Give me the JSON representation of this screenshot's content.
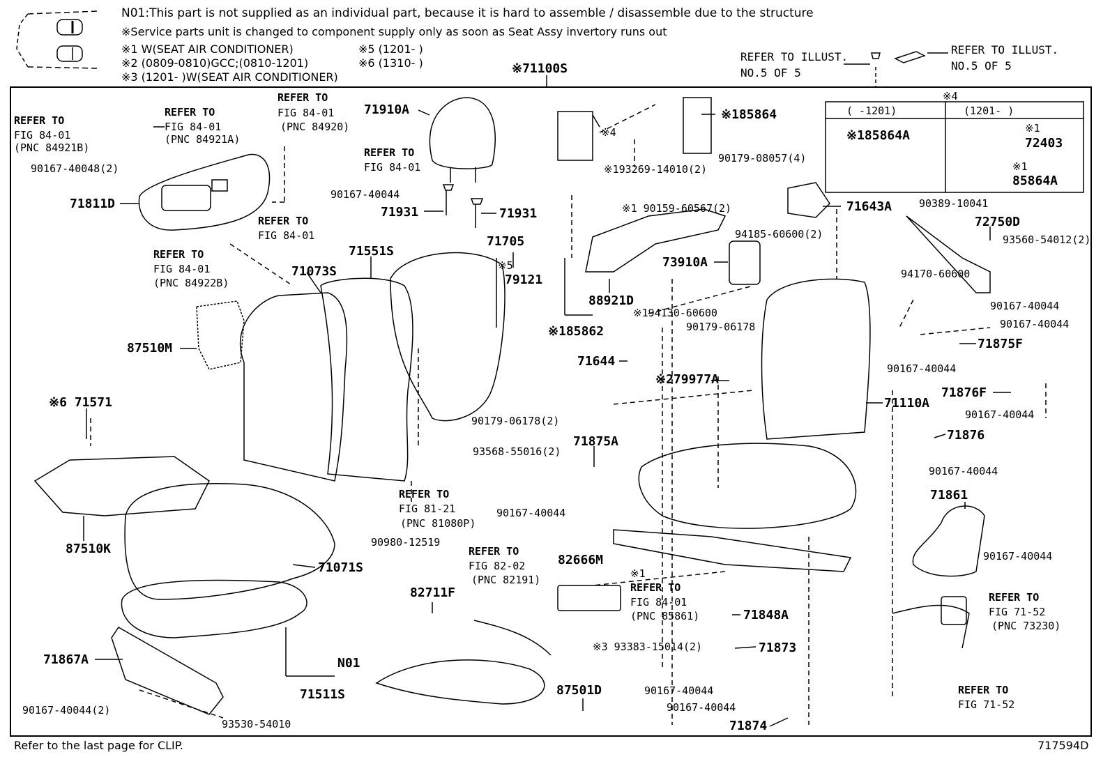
{
  "notes": {
    "n01": "N01:This part is not supplied as an individual part, because it is hard to assemble / disassemble due to the structure",
    "service": "※Service parts unit is changed to component supply only as soon as Seat Assy invertory runs out",
    "k1": "※1 W(SEAT AIR CONDITIONER)",
    "k2": "※2 (0809-0810)GCC;(0810-1201)",
    "k3": "※3 (1201-      )W(SEAT AIR CONDITIONER)",
    "k5": "※5 (1201-       )",
    "k6": "※6 (1310-       )"
  },
  "top_refs": {
    "left_1": "REFER TO ILLUST.",
    "left_2": "NO.5 OF 5",
    "right_1": "REFER TO ILLUST.",
    "right_2": "NO.5 OF 5",
    "assy": "※71100S"
  },
  "inset": {
    "marker": "※4",
    "col1_header": "(      -1201)",
    "col2_header": "(1201-      )",
    "col1_part": "※185864A",
    "col2_note1": "※1",
    "col2_part1": "72403",
    "col2_note2": "※1",
    "col2_part2": "85864A"
  },
  "parts": [
    "71910A",
    "71811D",
    "71073S",
    "71551S",
    "71705",
    "※5",
    "79121",
    "87510M",
    "※6 71571",
    "87510K",
    "71071S",
    "71867A",
    "71511S",
    "N01",
    "82711F",
    "87501D",
    "※185864",
    "※4",
    "※185862",
    "88921D",
    "73910A",
    "71643A",
    "72750D",
    "※279977A",
    "71644",
    "71110A",
    "71875A",
    "82666M",
    "71875F",
    "71876F",
    "71876",
    "71861",
    "71848A",
    "71873",
    "71874"
  ],
  "small_parts": [
    "90167-40048(2)",
    "90167-40044",
    "71931",
    "71931",
    "93568-55016(2)",
    "90980-12519",
    "90167-40044(2)",
    "93530-54010",
    "※193269-14010(2)",
    "90179-08057(4)",
    "※1 90159-60567(2)",
    "94185-60600(2)",
    "※194130-60600",
    "90179-06178",
    "90179-06178(2)",
    "90389-10041",
    "93560-54012(2)",
    "94170-60600",
    "90167-40044",
    "90167-40044",
    "90167-40044",
    "90167-40044",
    "90167-40044",
    "90167-40044",
    "90167-40044",
    "※3 93383-15014(2)",
    "90167-40044",
    "90167-40044"
  ],
  "refs": [
    {
      "l1": "REFER TO",
      "l2": "FIG 84-01",
      "l3": "(PNC 84921B)"
    },
    {
      "l1": "REFER TO",
      "l2": "FIG 84-01",
      "l3": "(PNC 84921A)"
    },
    {
      "l1": "REFER TO",
      "l2": "FIG 84-01",
      "l3": "(PNC 84920)"
    },
    {
      "l1": "REFER TO",
      "l2": "FIG 84-01",
      "l3": ""
    },
    {
      "l1": "REFER TO",
      "l2": "FIG 84-01",
      "l3": ""
    },
    {
      "l1": "REFER TO",
      "l2": "FIG 84-01",
      "l3": "(PNC 84922B)"
    },
    {
      "l1": "REFER TO",
      "l2": "FIG 81-21",
      "l3": "(PNC 81080P)"
    },
    {
      "l1": "REFER TO",
      "l2": "FIG 82-02",
      "l3": "(PNC 82191)"
    },
    {
      "l1": "※1",
      "l2": "REFER TO",
      "l3": "FIG 84-01"
    },
    {
      "l1": "REFER TO",
      "l2": "FIG 71-52",
      "l3": "(PNC 73230)"
    },
    {
      "l1": "REFER TO",
      "l2": "FIG 71-52",
      "l3": ""
    }
  ],
  "ref_extra": {
    "pnc85861": "(PNC 85861)"
  },
  "footer": {
    "left": "Refer to the last page for CLIP.",
    "right": "717594D"
  }
}
